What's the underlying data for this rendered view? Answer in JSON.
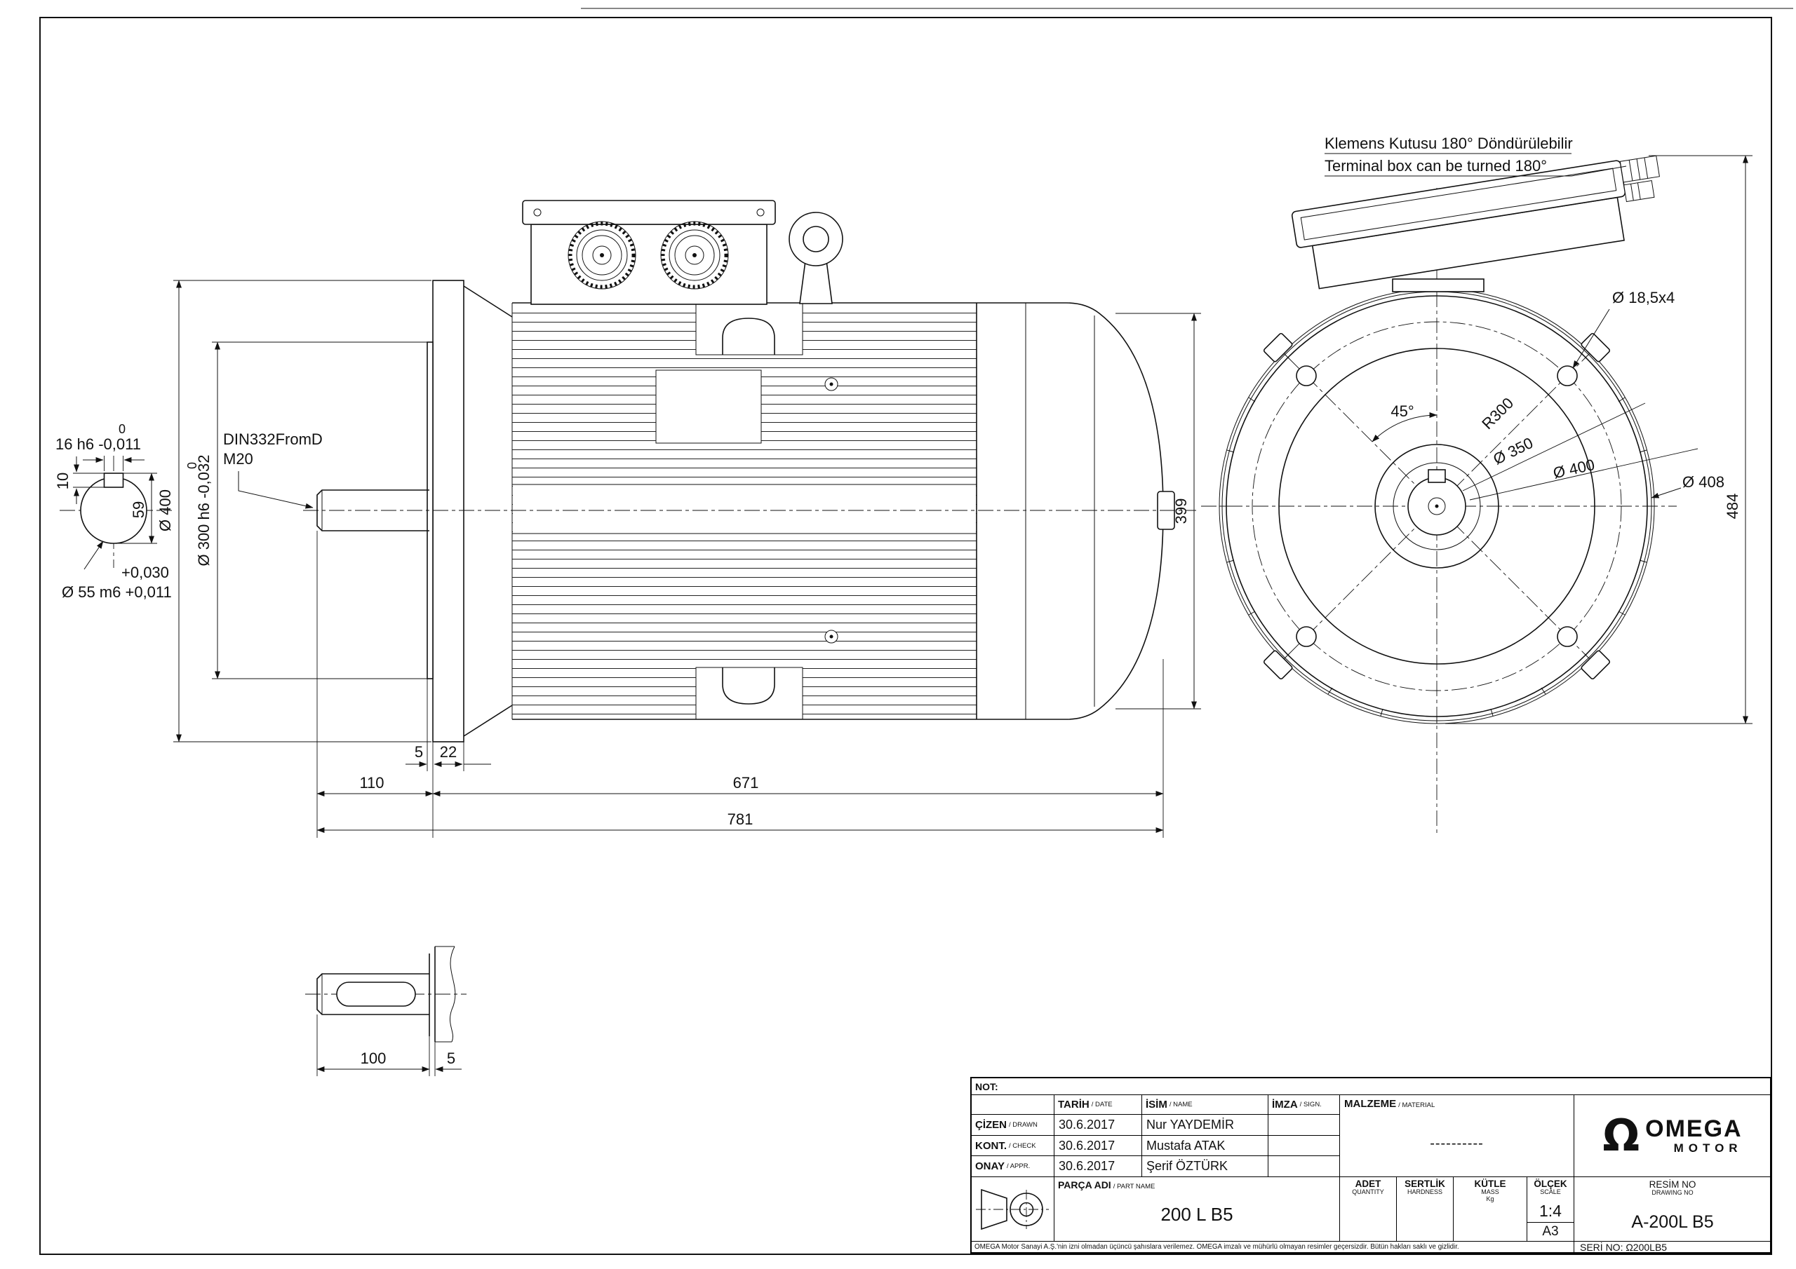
{
  "notes": {
    "terminal_box_line1": "Klemens Kutusu 180° Döndürülebilir",
    "terminal_box_line2": "Terminal box can be turned 180°"
  },
  "side_view": {
    "dim_5": "5",
    "dim_22": "22",
    "dim_110": "110",
    "dim_671": "671",
    "dim_781": "781",
    "dim_399": "399",
    "dim_d400": "Ø 400",
    "dim_d300_upper": "0",
    "dim_d300": "Ø 300 h6 -0,032",
    "center_hole_line1": "DIN332FromD",
    "center_hole_line2": "M20"
  },
  "shaft_end_view": {
    "key_width_upper": "0",
    "key_width": "16 h6 -0,011",
    "key_height": "10",
    "dim_59": "59",
    "shaft_dia_upper": "+0,030",
    "shaft_dia": "Ø 55 m6 +0,011"
  },
  "front_view": {
    "dim_holes": "Ø 18,5x4",
    "dim_45": "45°",
    "dim_r300": "R300",
    "dim_d350": "Ø 350",
    "dim_d400": "Ø 400",
    "dim_d408": "Ø 408",
    "dim_484": "484"
  },
  "shaft_detail": {
    "dim_100": "100",
    "dim_5": "5"
  },
  "title_block": {
    "not_label": "NOT:",
    "headers": {
      "tarih": "TARİH",
      "tarih_sub": "/ DATE",
      "isim": "İSİM",
      "isim_sub": "/ NAME",
      "imza": "İMZA",
      "imza_sub": "/ SIGN.",
      "malzeme": "MALZEME",
      "malzeme_sub": "/ MATERIAL"
    },
    "rows": [
      {
        "label": "ÇİZEN",
        "label_sub": "/ DRAWN",
        "date": "30.6.2017",
        "name": "Nur YAYDEMİR"
      },
      {
        "label": "KONT.",
        "label_sub": "/ CHECK",
        "date": "30.6.2017",
        "name": "Mustafa ATAK"
      },
      {
        "label": "ONAY",
        "label_sub": "/ APPR.",
        "date": "30.6.2017",
        "name": "Şerif ÖZTÜRK"
      }
    ],
    "malzeme_value": "----------",
    "parca_adi": "PARÇA ADI",
    "parca_adi_sub": "/ PART NAME",
    "part_name": "200 L B5",
    "adet": "ADET",
    "adet_sub": "QUANTITY",
    "sertlik": "SERTLİK",
    "sertlik_sub": "HARDNESS",
    "kutle": "KÜTLE",
    "kutle_sub": "MASS",
    "kutle_unit": "Kg",
    "olcek": "ÖLÇEK",
    "olcek_sub": "SCALE",
    "scale_value": "1:4",
    "paper_size": "A3",
    "resim_no": "RESİM NO",
    "resim_no_sub": "DRAWING NO",
    "drawing_no": "A-200L B5",
    "logo_symbol": "Ω",
    "logo_omega": "OMEGA",
    "logo_motor": "MOTOR",
    "seri_no": "SERİ NO: Ω200LB5",
    "disclaimer": "OMEGA Motor Sanayi A.Ş.'nin izni olmadan üçüncü şahıslara verilemez. OMEGA imzalı ve mühürlü olmayan resimler geçersizdir. Bütün hakları saklı ve gizlidir."
  }
}
